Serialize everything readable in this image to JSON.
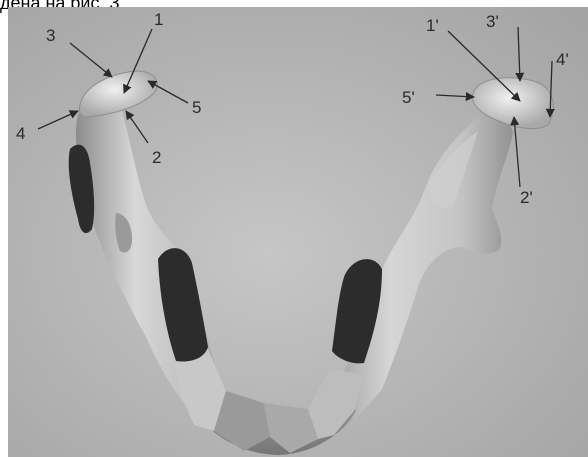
{
  "caption_fragment": "дена на рис. 3",
  "markers": {
    "m1": "1",
    "m2": "2",
    "m3": "3",
    "m4": "4",
    "m5": "5",
    "m1p": "1'",
    "m2p": "2'",
    "m3p": "3'",
    "m4p": "4'",
    "m5p": "5'"
  },
  "colors": {
    "background": "#b2b2b2",
    "bone_light": "#dedede",
    "bone_mid": "#a3a3a3",
    "bone_dark": "#6f6f6f",
    "insert": "#2c2c2c",
    "arrow": "#2a2a2a"
  }
}
